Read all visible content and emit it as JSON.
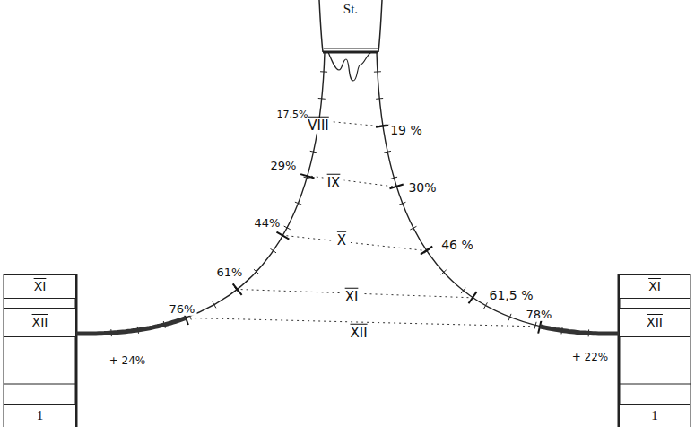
{
  "diagram": {
    "nodes": [
      {
        "text": [
          "St."
        ]
      },
      {
        "text": [
          "XI"
        ]
      },
      {
        "text": [
          "XII"
        ]
      },
      {
        "text": [
          "1"
        ]
      },
      {
        "text": [
          "XI"
        ]
      },
      {
        "text": [
          "XII"
        ]
      },
      {
        "text": [
          "1"
        ]
      }
    ],
    "edges": [
      {
        "from": 0,
        "to": 2,
        "arrow": "none"
      },
      {
        "from": 0,
        "to": 5,
        "arrow": "none"
      }
    ],
    "labels": [
      "17,5%",
      "VIII",
      "19 %",
      "29%",
      "IX",
      "30%",
      "44%",
      "X",
      "46 %",
      "61%",
      "XI",
      "61,5 %",
      "76%",
      "XII",
      "78%",
      "+ 24%",
      "+ 22%"
    ]
  }
}
